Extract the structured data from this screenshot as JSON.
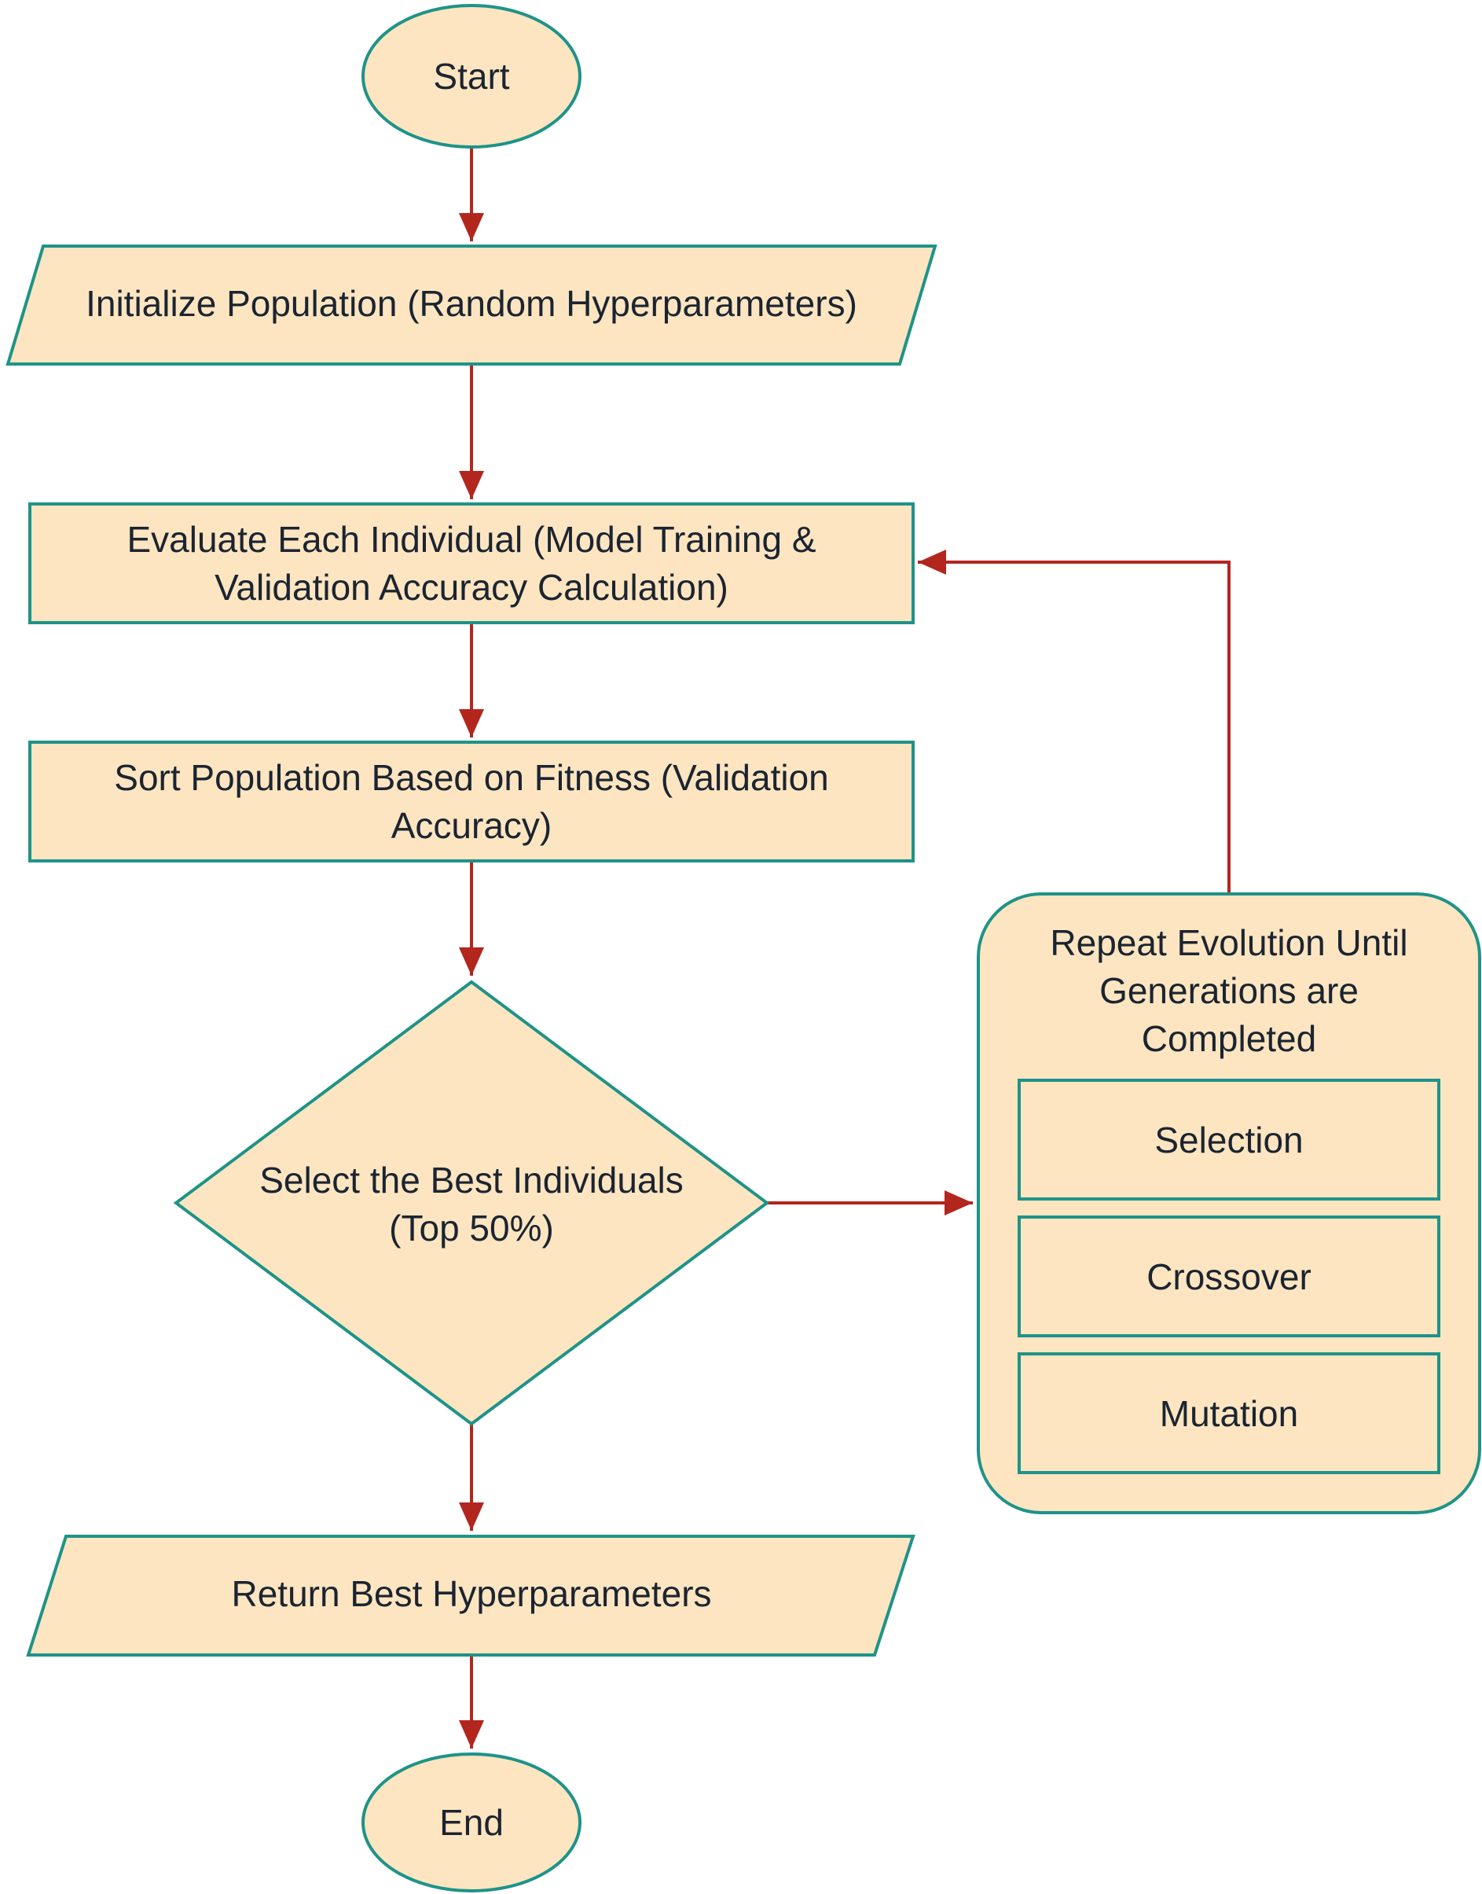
{
  "diagram": {
    "type": "flowchart",
    "colors": {
      "node_fill": "#fce5c0",
      "node_stroke": "#1e9389",
      "arrow": "#b3261e",
      "text": "#1b2431"
    },
    "nodes": {
      "start": {
        "shape": "ellipse",
        "line1": "Start"
      },
      "init": {
        "shape": "parallelogram",
        "line1": "Initialize Population (Random Hyperparameters)"
      },
      "evaluate": {
        "shape": "rectangle",
        "line1": "Evaluate Each Individual (Model Training &",
        "line2": "Validation Accuracy Calculation)"
      },
      "sort": {
        "shape": "rectangle",
        "line1": "Sort Population Based on Fitness (Validation",
        "line2": "Accuracy)"
      },
      "select": {
        "shape": "diamond",
        "line1": "Select the Best Individuals",
        "line2": "(Top 50%)"
      },
      "evolution": {
        "shape": "rounded-rectangle",
        "line1": "Repeat Evolution Until",
        "line2": "Generations are",
        "line3": "Completed",
        "steps": [
          {
            "label": "Selection"
          },
          {
            "label": "Crossover"
          },
          {
            "label": "Mutation"
          }
        ]
      },
      "return": {
        "shape": "parallelogram",
        "line1": "Return Best Hyperparameters"
      },
      "end": {
        "shape": "ellipse",
        "line1": "End"
      }
    },
    "edges": [
      {
        "from": "start",
        "to": "init"
      },
      {
        "from": "init",
        "to": "evaluate"
      },
      {
        "from": "evaluate",
        "to": "sort"
      },
      {
        "from": "sort",
        "to": "select"
      },
      {
        "from": "select",
        "to": "evolution"
      },
      {
        "from": "evolution",
        "to": "evaluate"
      },
      {
        "from": "select",
        "to": "return"
      },
      {
        "from": "return",
        "to": "end"
      }
    ]
  }
}
